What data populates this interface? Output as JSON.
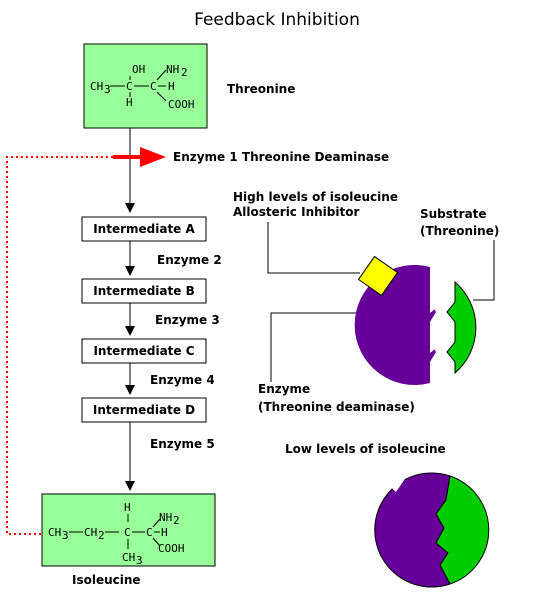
{
  "title": "Feedback Inhibition",
  "threonine": {
    "name": "Threonine",
    "formula": {
      "oh": "OH",
      "nh2": "NH",
      "nh2_sub": "2",
      "ch3": "CH",
      "ch3_sub": "3",
      "c1": "C",
      "c2": "C",
      "h1": "H",
      "h2": "H",
      "cooh": "COOH"
    }
  },
  "enzyme1_label": "Enzyme 1 Threonine Deaminase",
  "steps": [
    {
      "box": "Intermediate A",
      "enzyme": "Enzyme 2"
    },
    {
      "box": "Intermediate B",
      "enzyme": "Enzyme 3"
    },
    {
      "box": "Intermediate C",
      "enzyme": "Enzyme 4"
    },
    {
      "box": "Intermediate D",
      "enzyme": "Enzyme 5"
    }
  ],
  "isoleucine": {
    "name": "Isoleucine",
    "formula": {
      "chain": "CH",
      "chain_sub": "3",
      "ch2": "CH",
      "ch2_sub": "2",
      "c1": "C",
      "c2": "C",
      "h_top": "H",
      "h_right": "H",
      "nh2": "NH",
      "nh2_sub": "2",
      "cooh": "COOH",
      "ch3b": "CH",
      "ch3b_sub": "3"
    }
  },
  "right_panel": {
    "high_levels": "High levels of isoleucine",
    "allosteric": "Allosteric Inhibitor",
    "substrate": "Substrate",
    "substrate_name": "(Threonine)",
    "enzyme": "Enzyme",
    "enzyme_name": "(Threonine deaminase)",
    "low_levels": "Low levels of isoleucine"
  },
  "colors": {
    "molecule_box": "#99ff99",
    "feedback_line": "#ff0000",
    "enzyme_body": "#660099",
    "substrate": "#00cc00",
    "inhibitor": "#ffff00"
  }
}
